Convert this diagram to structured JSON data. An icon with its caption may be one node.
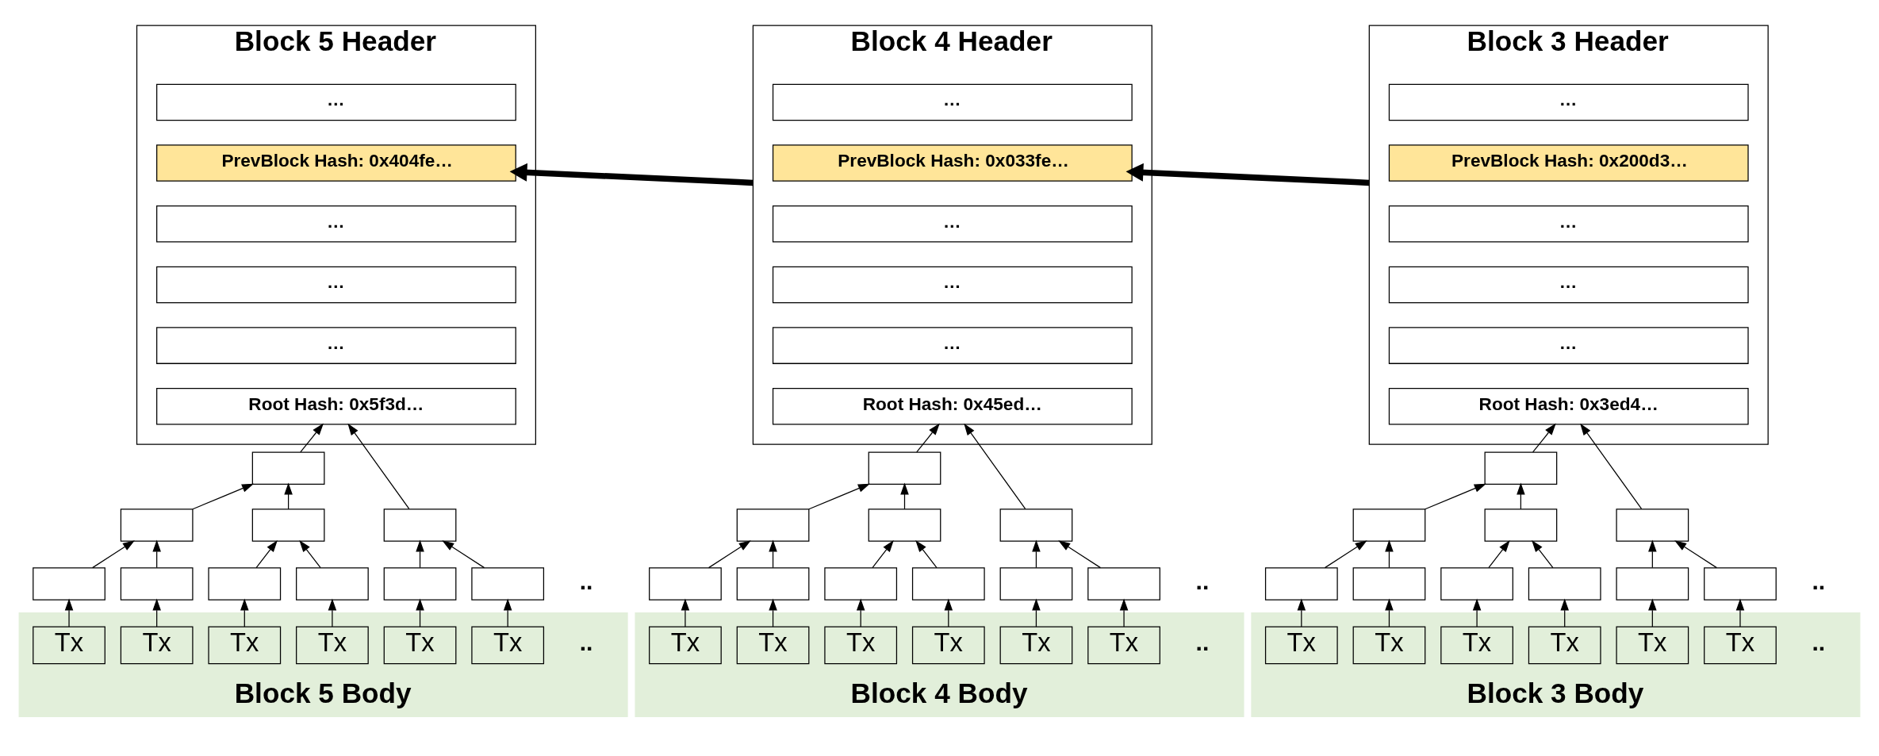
{
  "diagram": {
    "nodes": [
      {
        "text": [
          "Block 3 Header"
        ]
      },
      {
        "text": [
          "…"
        ],
        "in": 0
      },
      {
        "text": [
          "PrevBlock Hash: 0x200d3…"
        ],
        "in": 0
      },
      {
        "text": [
          "…"
        ],
        "in": 0
      },
      {
        "text": [
          "…"
        ],
        "in": 0
      },
      {
        "text": [
          "…"
        ],
        "in": 0
      },
      {
        "text": [
          "Root Hash: 0x3ed4…"
        ],
        "in": 0
      },
      {
        "text": [],
        "shape": "box"
      },
      {
        "text": [],
        "shape": "box"
      },
      {
        "text": [],
        "shape": "box"
      },
      {
        "text": [],
        "shape": "box"
      },
      {
        "text": [],
        "shape": "box"
      },
      {
        "text": [],
        "shape": "box"
      },
      {
        "text": [],
        "shape": "box"
      },
      {
        "text": [],
        "shape": "box"
      },
      {
        "text": [],
        "shape": "box"
      },
      {
        "text": [],
        "shape": "box"
      },
      {
        "text": [
          "Block 3 Body"
        ]
      },
      {
        "text": [
          "Tx"
        ],
        "in": 17
      },
      {
        "text": [
          "Tx"
        ],
        "in": 17
      },
      {
        "text": [
          "Tx"
        ],
        "in": 17
      },
      {
        "text": [
          "Tx"
        ],
        "in": 17
      },
      {
        "text": [
          "Tx"
        ],
        "in": 17
      },
      {
        "text": [
          "Tx"
        ],
        "in": 17
      },
      {
        "text": [
          "Block 4 Header"
        ]
      },
      {
        "text": [
          "…"
        ],
        "in": 24
      },
      {
        "text": [
          "PrevBlock Hash: 0x033fe…"
        ],
        "in": 24
      },
      {
        "text": [
          "…"
        ],
        "in": 24
      },
      {
        "text": [
          "…"
        ],
        "in": 24
      },
      {
        "text": [
          "…"
        ],
        "in": 24
      },
      {
        "text": [
          "Root Hash: 0x45ed…"
        ],
        "in": 24
      },
      {
        "text": [],
        "shape": "box"
      },
      {
        "text": [],
        "shape": "box"
      },
      {
        "text": [],
        "shape": "box"
      },
      {
        "text": [],
        "shape": "box"
      },
      {
        "text": [],
        "shape": "box"
      },
      {
        "text": [],
        "shape": "box"
      },
      {
        "text": [],
        "shape": "box"
      },
      {
        "text": [],
        "shape": "box"
      },
      {
        "text": [],
        "shape": "box"
      },
      {
        "text": [],
        "shape": "box"
      },
      {
        "text": [
          "Block 4 Body"
        ]
      },
      {
        "text": [
          "Tx"
        ],
        "in": 41
      },
      {
        "text": [
          "Tx"
        ],
        "in": 41
      },
      {
        "text": [
          "Tx"
        ],
        "in": 41
      },
      {
        "text": [
          "Tx"
        ],
        "in": 41
      },
      {
        "text": [
          "Tx"
        ],
        "in": 41
      },
      {
        "text": [
          "Tx"
        ],
        "in": 41
      },
      {
        "text": [
          "Block 5 Header"
        ]
      },
      {
        "text": [
          "…"
        ],
        "in": 48
      },
      {
        "text": [
          "PrevBlock Hash: 0x404fe…"
        ],
        "in": 48
      },
      {
        "text": [
          "…"
        ],
        "in": 48
      },
      {
        "text": [
          "…"
        ],
        "in": 48
      },
      {
        "text": [
          "…"
        ],
        "in": 48
      },
      {
        "text": [
          "Root Hash: 0x5f3d…"
        ],
        "in": 48
      },
      {
        "text": [],
        "shape": "box"
      },
      {
        "text": [],
        "shape": "box"
      },
      {
        "text": [],
        "shape": "box"
      },
      {
        "text": [],
        "shape": "box"
      },
      {
        "text": [],
        "shape": "box"
      },
      {
        "text": [],
        "shape": "box"
      },
      {
        "text": [],
        "shape": "box"
      },
      {
        "text": [],
        "shape": "box"
      },
      {
        "text": [],
        "shape": "box"
      },
      {
        "text": [],
        "shape": "box"
      },
      {
        "text": [
          "Block 5 Body"
        ]
      },
      {
        "text": [
          "Tx"
        ],
        "in": 65
      },
      {
        "text": [
          "Tx"
        ],
        "in": 65
      },
      {
        "text": [
          "Tx"
        ],
        "in": 65
      },
      {
        "text": [
          "Tx"
        ],
        "in": 65
      },
      {
        "text": [
          "Tx"
        ],
        "in": 65
      },
      {
        "text": [
          "Tx"
        ],
        "in": 65
      }
    ],
    "edges": [
      {
        "from": 18,
        "to": 11,
        "arrow": "to"
      },
      {
        "from": 19,
        "to": 12,
        "arrow": "to"
      },
      {
        "from": 20,
        "to": 13,
        "arrow": "to"
      },
      {
        "from": 21,
        "to": 14,
        "arrow": "to"
      },
      {
        "from": 22,
        "to": 15,
        "arrow": "to"
      },
      {
        "from": 23,
        "to": 16,
        "arrow": "to"
      },
      {
        "from": 11,
        "to": 8,
        "arrow": "to"
      },
      {
        "from": 12,
        "to": 8,
        "arrow": "to"
      },
      {
        "from": 13,
        "to": 9,
        "arrow": "to"
      },
      {
        "from": 14,
        "to": 9,
        "arrow": "to"
      },
      {
        "from": 15,
        "to": 10,
        "arrow": "to"
      },
      {
        "from": 16,
        "to": 10,
        "arrow": "to"
      },
      {
        "from": 8,
        "to": 7,
        "arrow": "to"
      },
      {
        "from": 9,
        "to": 7,
        "arrow": "to"
      },
      {
        "from": 7,
        "to": 6,
        "arrow": "to"
      },
      {
        "from": 10,
        "to": 6,
        "arrow": "to"
      },
      {
        "from": 42,
        "to": 35,
        "arrow": "to"
      },
      {
        "from": 43,
        "to": 36,
        "arrow": "to"
      },
      {
        "from": 44,
        "to": 37,
        "arrow": "to"
      },
      {
        "from": 45,
        "to": 38,
        "arrow": "to"
      },
      {
        "from": 46,
        "to": 39,
        "arrow": "to"
      },
      {
        "from": 47,
        "to": 40,
        "arrow": "to"
      },
      {
        "from": 35,
        "to": 32,
        "arrow": "to"
      },
      {
        "from": 36,
        "to": 32,
        "arrow": "to"
      },
      {
        "from": 37,
        "to": 33,
        "arrow": "to"
      },
      {
        "from": 38,
        "to": 33,
        "arrow": "to"
      },
      {
        "from": 39,
        "to": 34,
        "arrow": "to"
      },
      {
        "from": 40,
        "to": 34,
        "arrow": "to"
      },
      {
        "from": 32,
        "to": 31,
        "arrow": "to"
      },
      {
        "from": 33,
        "to": 31,
        "arrow": "to"
      },
      {
        "from": 31,
        "to": 30,
        "arrow": "to"
      },
      {
        "from": 34,
        "to": 30,
        "arrow": "to"
      },
      {
        "from": 66,
        "to": 59,
        "arrow": "to"
      },
      {
        "from": 67,
        "to": 60,
        "arrow": "to"
      },
      {
        "from": 68,
        "to": 61,
        "arrow": "to"
      },
      {
        "from": 69,
        "to": 62,
        "arrow": "to"
      },
      {
        "from": 70,
        "to": 63,
        "arrow": "to"
      },
      {
        "from": 71,
        "to": 64,
        "arrow": "to"
      },
      {
        "from": 59,
        "to": 56,
        "arrow": "to"
      },
      {
        "from": 60,
        "to": 56,
        "arrow": "to"
      },
      {
        "from": 61,
        "to": 57,
        "arrow": "to"
      },
      {
        "from": 62,
        "to": 57,
        "arrow": "to"
      },
      {
        "from": 63,
        "to": 58,
        "arrow": "to"
      },
      {
        "from": 64,
        "to": 58,
        "arrow": "to"
      },
      {
        "from": 56,
        "to": 55,
        "arrow": "to"
      },
      {
        "from": 57,
        "to": 55,
        "arrow": "to"
      },
      {
        "from": 55,
        "to": 54,
        "arrow": "to"
      },
      {
        "from": 58,
        "to": 54,
        "arrow": "to"
      },
      {
        "from": 0,
        "to": 26,
        "arrow": "to",
        "style": "thick"
      },
      {
        "from": 24,
        "to": 50,
        "arrow": "to",
        "style": "thick"
      }
    ],
    "labels": [
      "..",
      "..",
      "..",
      "..",
      "..",
      ".."
    ]
  }
}
